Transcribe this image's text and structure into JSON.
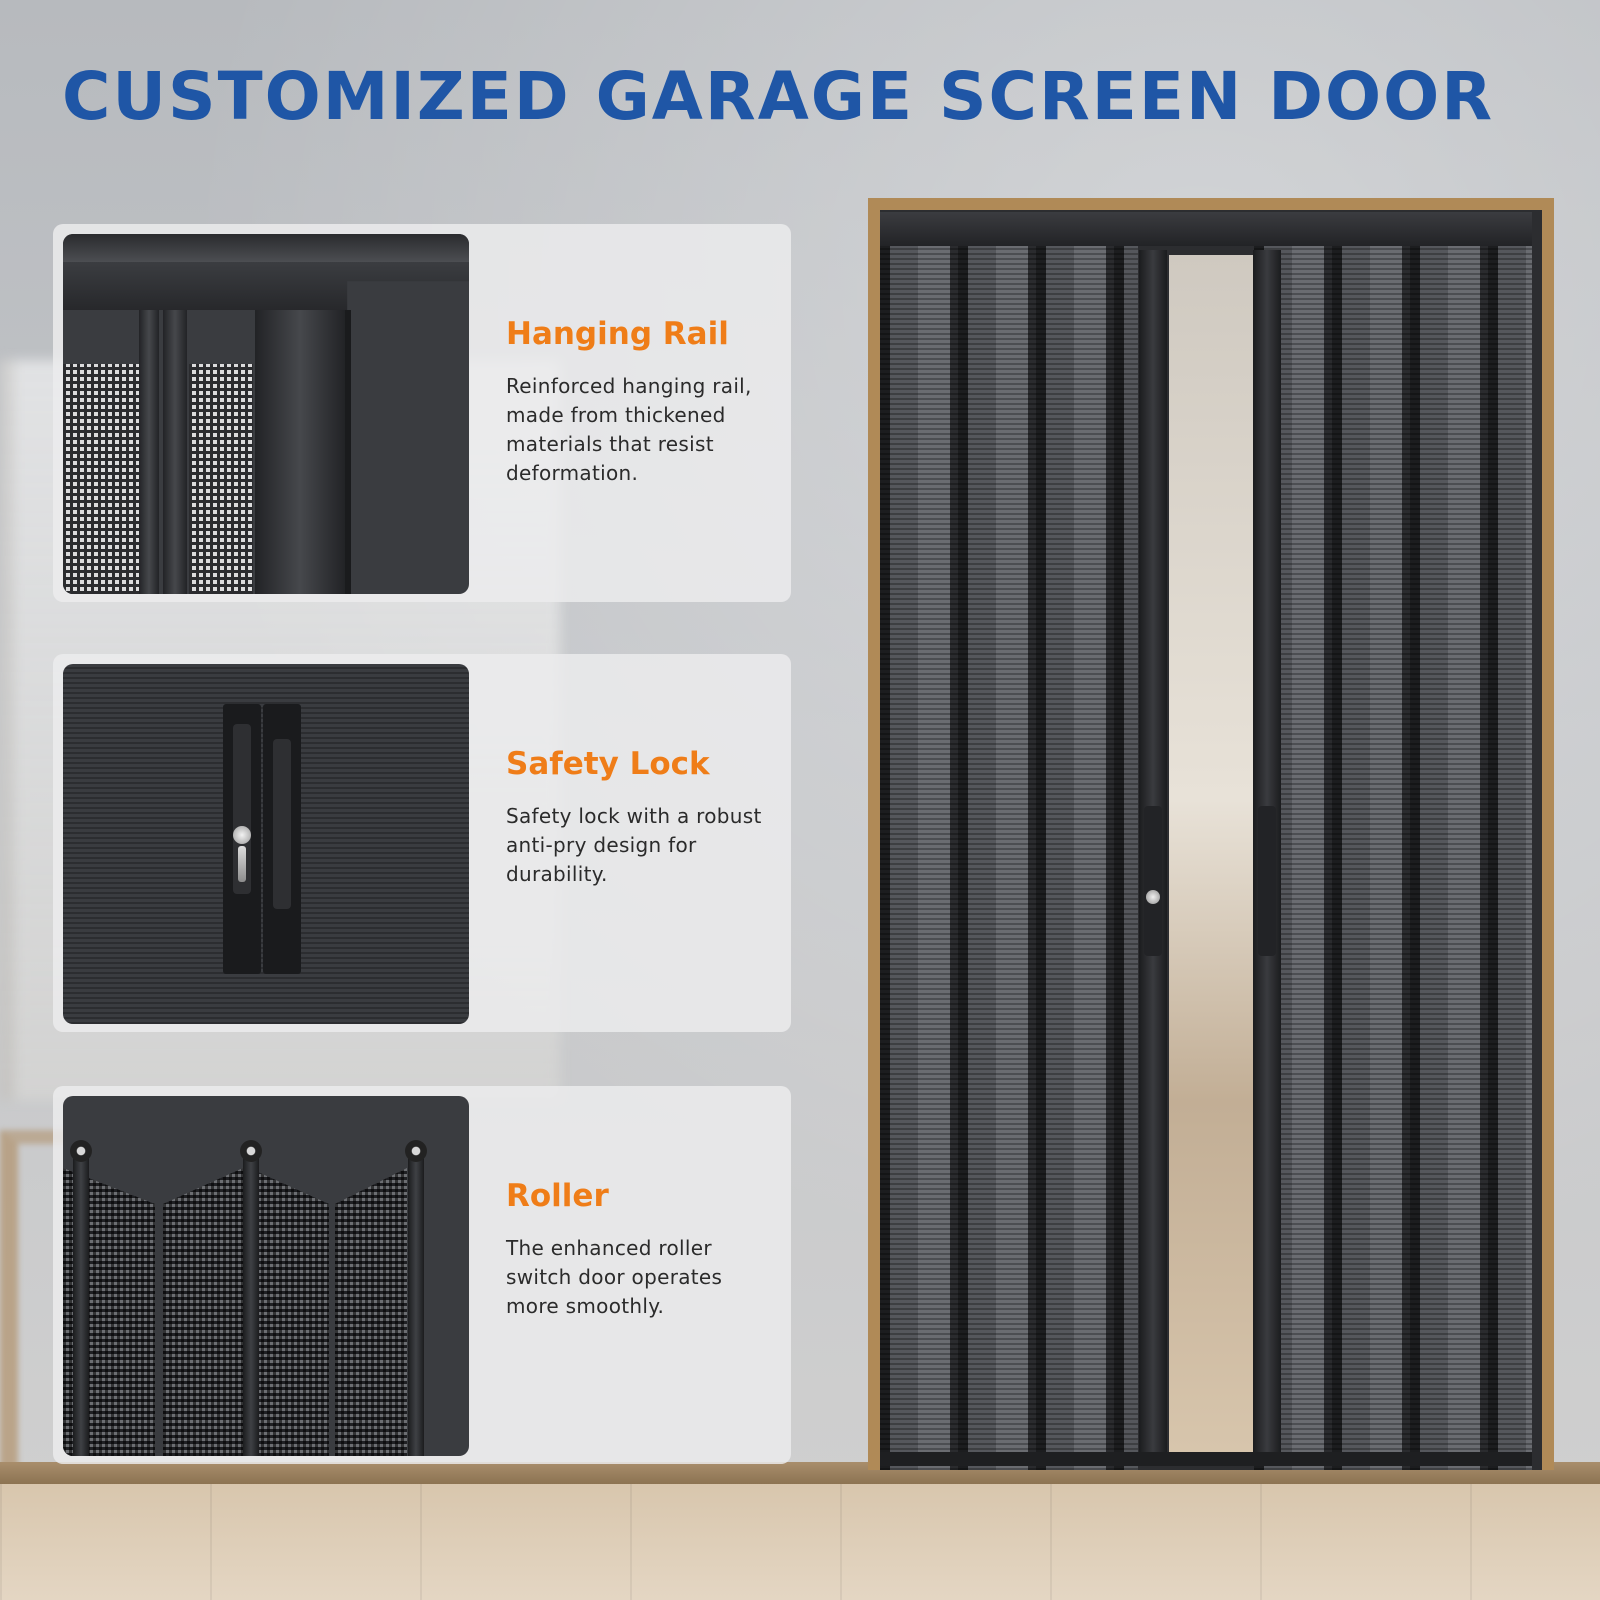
{
  "title": "CUSTOMIZED GARAGE SCREEN DOOR",
  "colors": {
    "title": "#1f56a6",
    "feature_heading": "#ef7d18",
    "door_frame": "#b08a57",
    "door_panel": "#2c2d30"
  },
  "features": [
    {
      "heading": "Hanging Rail",
      "description": "Reinforced hanging rail, made from thickened materials that resist deformation."
    },
    {
      "heading": "Safety Lock",
      "description": "Safety lock with a robust anti-pry design for durability."
    },
    {
      "heading": "Roller",
      "description": "The enhanced roller switch door operates more smoothly."
    }
  ]
}
